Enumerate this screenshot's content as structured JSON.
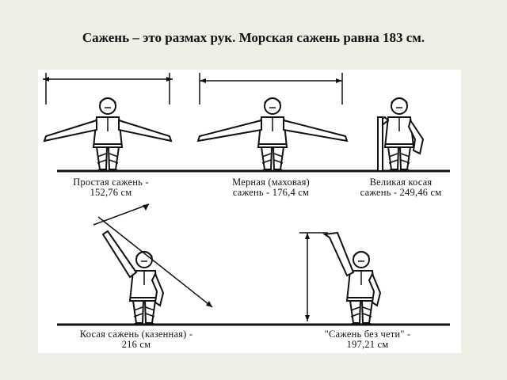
{
  "slide": {
    "title": "Сажень – это размах рук. Морская сажень равна 183 см."
  },
  "figures": [
    {
      "line1": "Простая сажень -",
      "line2": "152,76 см"
    },
    {
      "line1": "Мерная (маховая)",
      "line2": "сажень - 176,4 см"
    },
    {
      "line1": "Великая косая",
      "line2": "сажень - 249,46 см"
    },
    {
      "line1": "Косая сажень (казенная) -",
      "line2": "216 см"
    },
    {
      "line1": "\"Сажень без чети\" -",
      "line2": "197,21 см"
    }
  ],
  "colors": {
    "background": "#eef0e6",
    "panel": "#ffffff",
    "ink": "#111111"
  }
}
